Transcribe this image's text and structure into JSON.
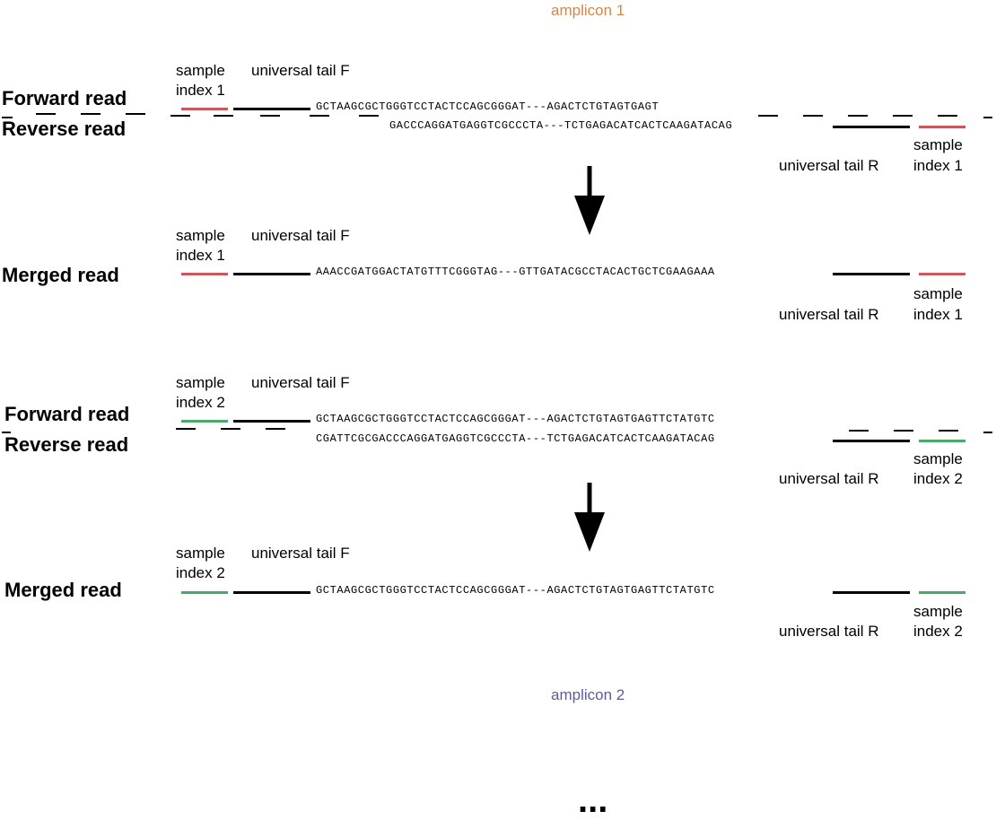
{
  "colors": {
    "amplicon1": "#d4874a",
    "amplicon2": "#5b5ba0",
    "index1": "#c9575b",
    "index2": "#4aa86c",
    "line": "#000000"
  },
  "amplicon_labels": {
    "first": "amplicon 1",
    "second": "amplicon 2"
  },
  "ellipsis": "...",
  "panel1": {
    "forward_label": "Forward read",
    "reverse_label": "Reverse read",
    "index_label_line1": "sample",
    "index_label_line2": "index 1",
    "tail_f_label": "universal tail F",
    "tail_r_label": "universal tail R",
    "right_index_line1": "sample",
    "right_index_line2": "index 1",
    "forward_seq": "GCTAAGCGCTGGGTCCTACTCCAGCGGGAT---AGACTCTGTAGTGAGT",
    "reverse_seq": "GACCCAGGATGAGGTCGCCCTA---TCTGAGACATCACTCAAGATACAG"
  },
  "panel2": {
    "merged_label": "Merged read",
    "index_label_line1": "sample",
    "index_label_line2": "index 1",
    "tail_f_label": "universal tail F",
    "tail_r_label": "universal tail R",
    "right_index_line1": "sample",
    "right_index_line2": "index 1",
    "merged_seq": "AAACCGATGGACTATGTTTCGGGTAG---GTTGATACGCCTACACTGCTCGAAGAAA"
  },
  "panel3": {
    "forward_label": "Forward read",
    "reverse_label": "Reverse read",
    "index_label_line1": "sample",
    "index_label_line2": "index 2",
    "tail_f_label": "universal tail F",
    "tail_r_label": "universal tail R",
    "right_index_line1": "sample",
    "right_index_line2": "index 2",
    "forward_seq": "GCTAAGCGCTGGGTCCTACTCCAGCGGGAT---AGACTCTGTAGTGAGTTCTATGTC",
    "reverse_seq": "CGATTCGCGACCCAGGATGAGGTCGCCCTA---TCTGAGACATCACTCAAGATACAG"
  },
  "panel4": {
    "merged_label": "Merged read",
    "index_label_line1": "sample",
    "index_label_line2": "index 2",
    "tail_f_label": "universal tail F",
    "tail_r_label": "universal tail R",
    "right_index_line1": "sample",
    "right_index_line2": "index 2",
    "merged_seq": "GCTAAGCGCTGGGTCCTACTCCAGCGGGAT---AGACTCTGTAGTGAGTTCTATGTC"
  }
}
